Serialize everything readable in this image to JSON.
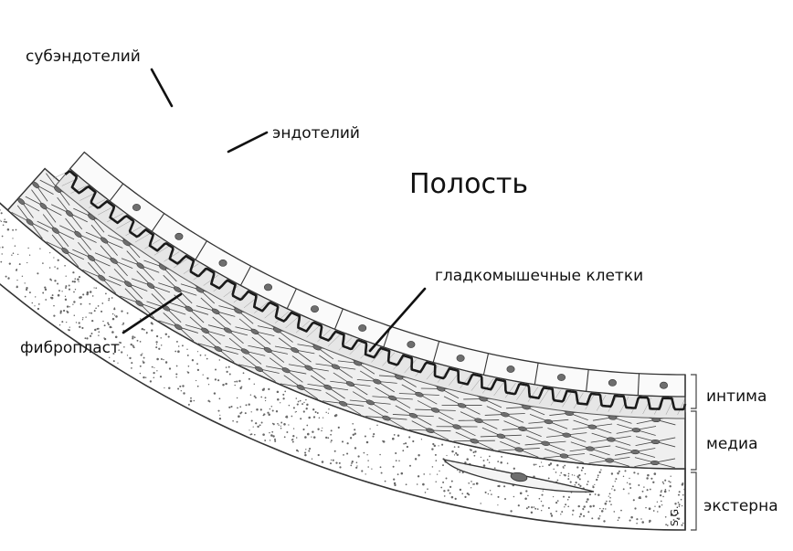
{
  "labels": {
    "subendothelium": "субэндотелий",
    "endothelium": "эндотелий",
    "lumen": "Полость",
    "smooth_muscle": "гладкомышечные клетки",
    "fibroblast": "фибропласт",
    "intima": "интима",
    "media": "медиа",
    "externa": "экстерна",
    "signature": "S.G."
  },
  "colors": {
    "outline": "#2a2a2a",
    "layer_fill": "#f1f1f1",
    "externa_fill": "#ffffff",
    "nucleus": "#6e6e6e",
    "elastic_lamina": "#1a1a1a"
  }
}
